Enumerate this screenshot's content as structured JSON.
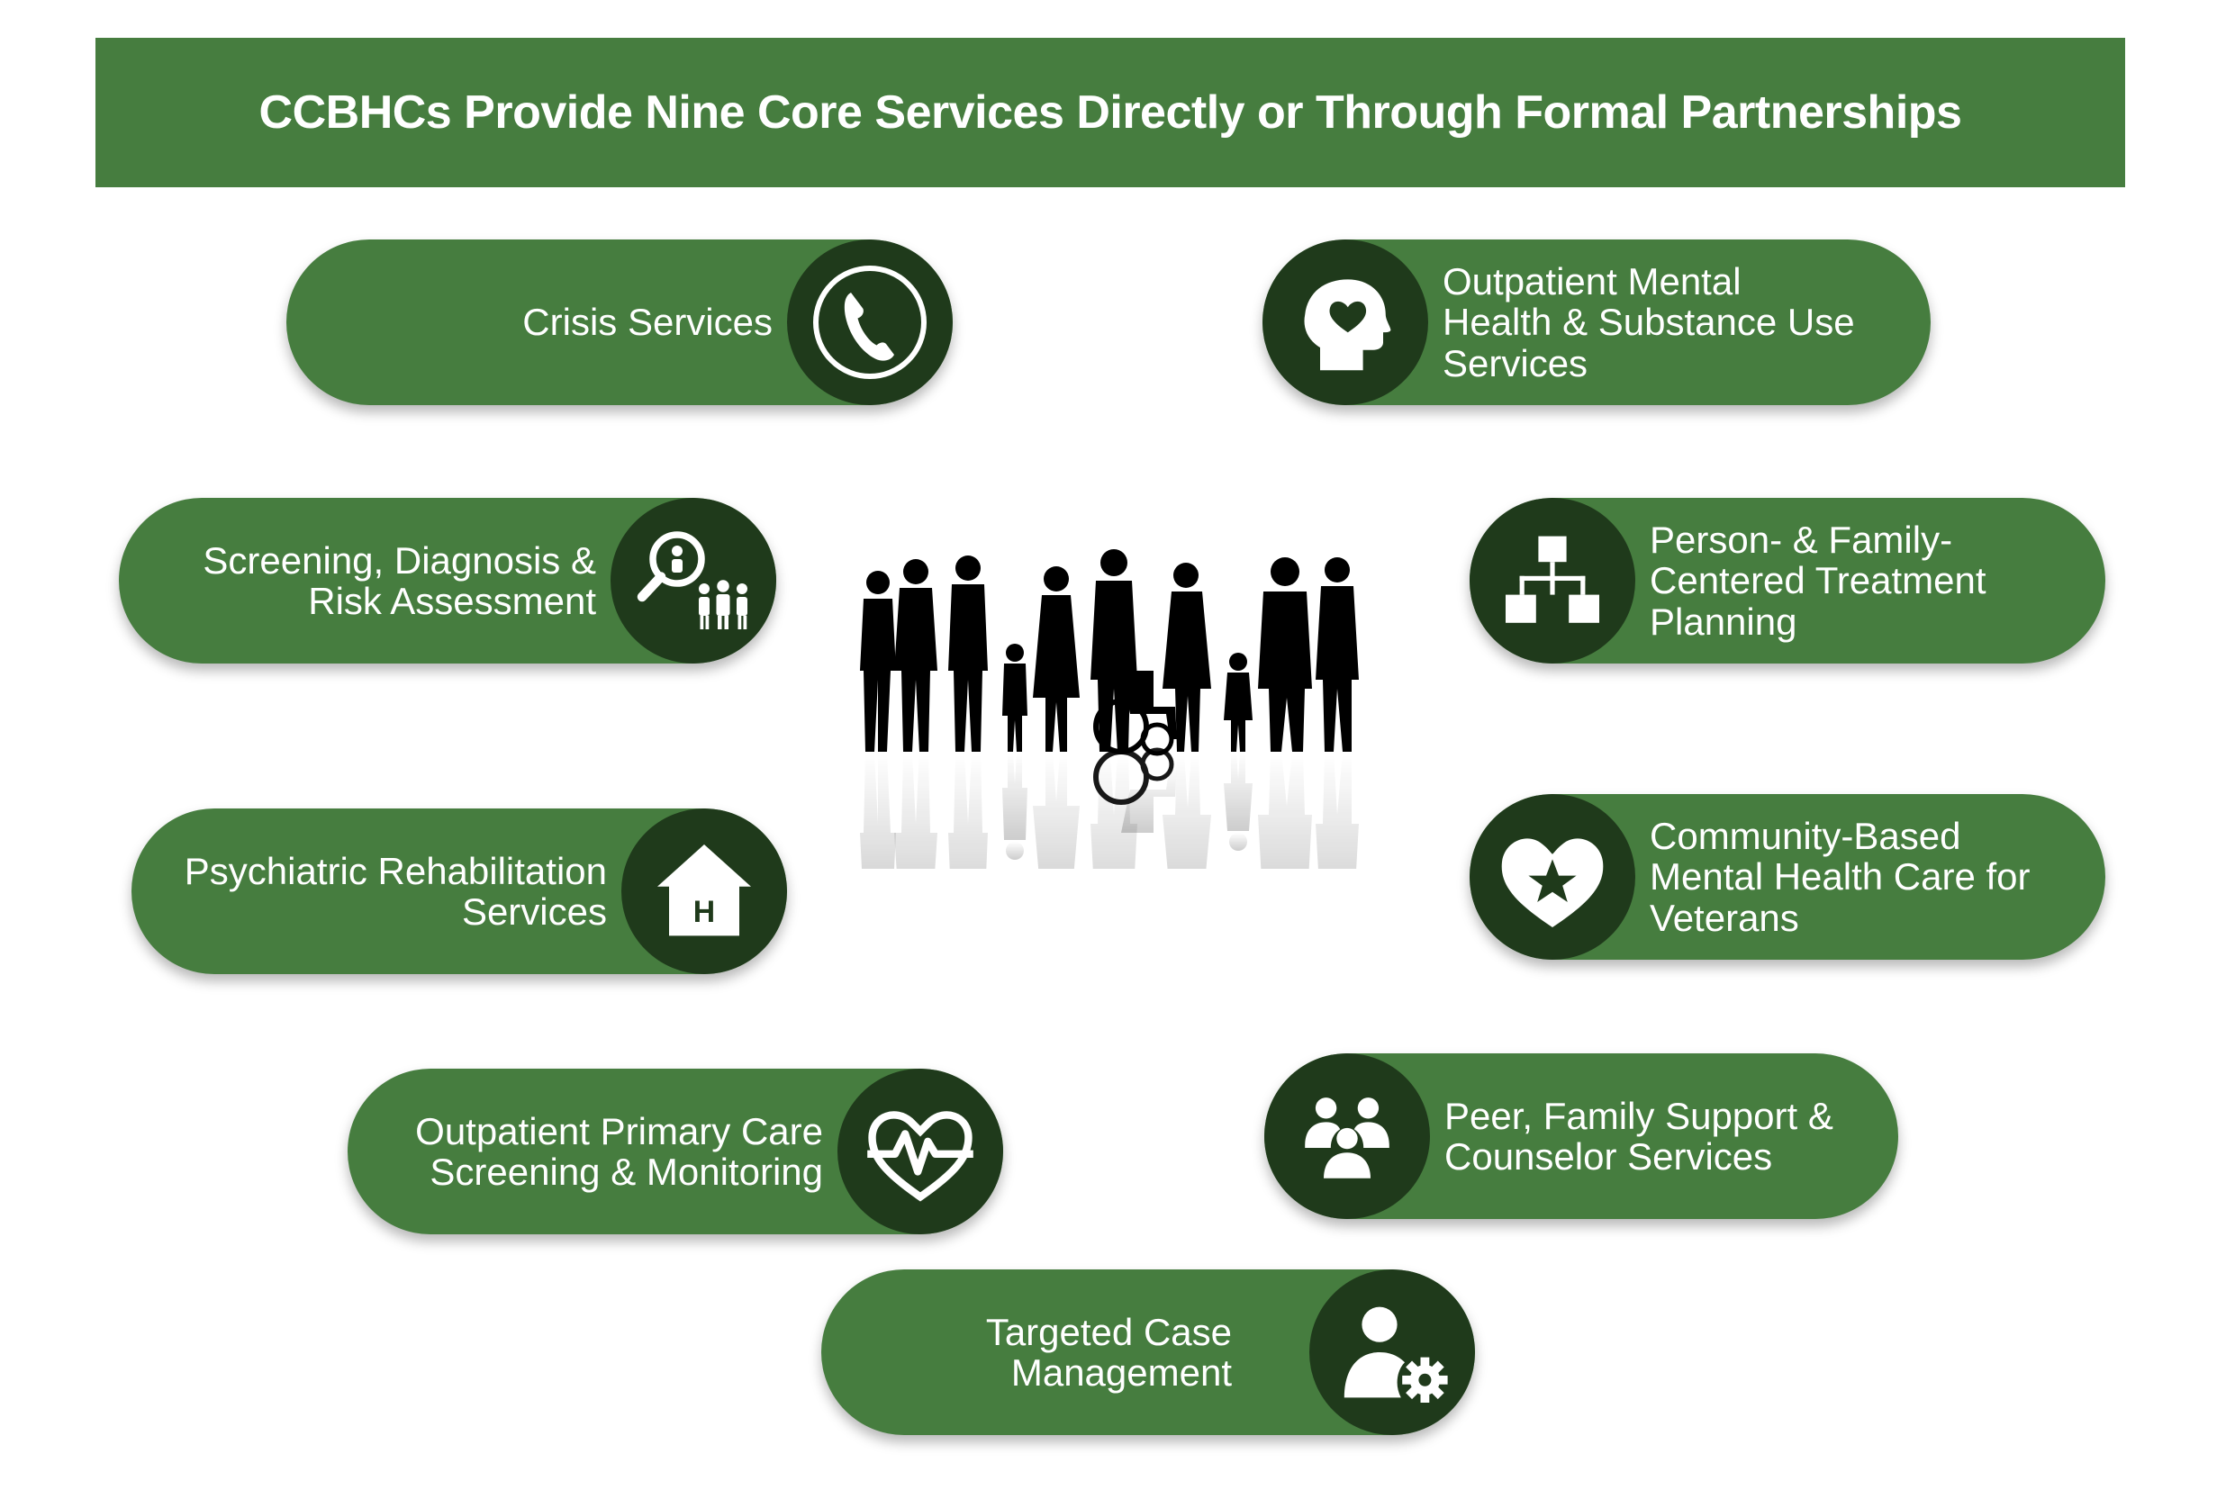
{
  "header": {
    "title": "CCBHCs Provide Nine Core Services Directly or Through Formal Partnerships"
  },
  "services": [
    {
      "label": "Crisis Services",
      "icon": "phone-icon"
    },
    {
      "label": "Outpatient Mental\nHealth & Substance Use\nServices",
      "icon": "head-heart-icon"
    },
    {
      "label": "Screening, Diagnosis &\nRisk Assessment",
      "icon": "magnifier-people-icon"
    },
    {
      "label": "Person-  &  Family-\nCentered Treatment\nPlanning",
      "icon": "org-chart-icon"
    },
    {
      "label": "Psychiatric Rehabilitation\nServices",
      "icon": "house-h-icon"
    },
    {
      "label": "Community-Based\nMental Health Care for\nVeterans",
      "icon": "heart-star-icon"
    },
    {
      "label": "Outpatient Primary Care\nScreening & Monitoring",
      "icon": "heartbeat-icon"
    },
    {
      "label": "Peer, Family Support &\nCounselor Services",
      "icon": "people-group-icon"
    },
    {
      "label": "Targeted Case\nManagement",
      "icon": "person-gear-icon"
    }
  ],
  "colors": {
    "banner": "#467d3f",
    "pill": "#467d3f",
    "icon_circle": "#1f3a1b",
    "text": "#ffffff"
  }
}
